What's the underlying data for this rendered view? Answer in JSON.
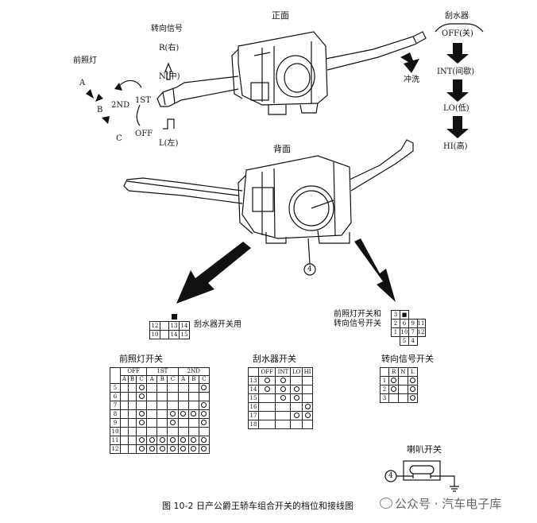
{
  "labels": {
    "front": "正面",
    "back": "背面",
    "turn_signal": "转向信号",
    "turn_r": "R(右)",
    "turn_n": "N(中)",
    "turn_l": "L(左)",
    "headlight": "前照灯",
    "pos_a": "A",
    "pos_b": "B",
    "pos_c": "C",
    "pos_2nd": "2ND",
    "pos_1st": "1ST",
    "pos_off": "OFF",
    "wiper": "刮水器",
    "wiper_off": "OFF(关)",
    "wiper_int": "INT(间歇)",
    "wiper_lo": "LO(低)",
    "wiper_hi": "HI(高)",
    "washer": "冲洗",
    "callout_4": "4",
    "wiper_switch_use": "刮水器开关用",
    "headlight_turn_use": "前照灯开关和\n转向信号开关",
    "headlight_table_title": "前照灯开关",
    "wiper_table_title": "刮水器开关",
    "turn_table_title": "转向信号开关",
    "horn_switch": "喇叭开关",
    "caption": "图 10-2   日产公爵王轿车组合开关的档位和接线图",
    "watermark": "公众号 · 汽车电子库"
  },
  "connector_left": {
    "row1": [
      "12",
      "",
      "13",
      "14"
    ],
    "row2": [
      "10",
      "",
      "14",
      "15"
    ]
  },
  "connector_right": {
    "rows": [
      [
        "3",
        "■",
        ""
      ],
      [
        "2",
        "6",
        "9"
      ],
      [
        "1",
        "10",
        "7"
      ],
      [
        "",
        "5",
        "4"
      ]
    ],
    "side": [
      "11",
      "12"
    ]
  },
  "headlight_table": {
    "groups": [
      "OFF",
      "1ST",
      "2ND"
    ],
    "subheads": [
      "A",
      "B",
      "C",
      "A",
      "B",
      "C",
      "A",
      "B",
      "C"
    ],
    "rows": [
      "5",
      "6",
      "7",
      "8",
      "9",
      "10",
      "11",
      "12"
    ]
  },
  "wiper_table": {
    "heads": [
      "OFF",
      "INT",
      "LO",
      "HI"
    ],
    "rows": [
      "13",
      "14",
      "15",
      "16",
      "17",
      "18"
    ]
  },
  "turn_table": {
    "heads": [
      "R",
      "N",
      "L"
    ],
    "rows": [
      "1",
      "2",
      "3"
    ]
  }
}
